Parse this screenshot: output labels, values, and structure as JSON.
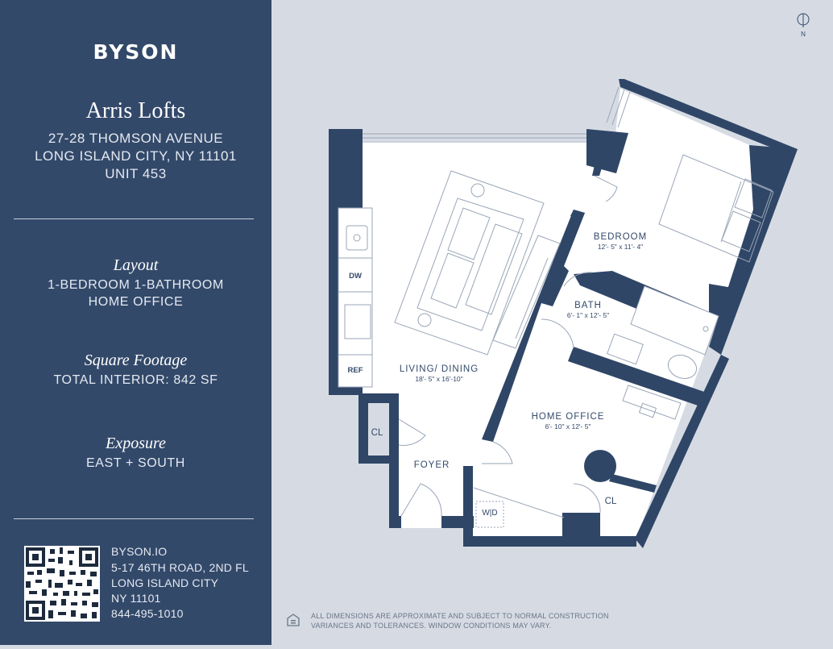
{
  "sidebar": {
    "brand": "BYSON",
    "property_name": "Arris Lofts",
    "address_line1": "27-28 THOMSON AVENUE",
    "address_line2": "LONG ISLAND CITY, NY 11101",
    "unit": "UNIT 453",
    "layout_heading": "Layout",
    "layout_line1": "1-BEDROOM  1-BATHROOM",
    "layout_line2": "HOME OFFICE",
    "footage_heading": "Square Footage",
    "footage_value": "TOTAL INTERIOR: 842 SF",
    "exposure_heading": "Exposure",
    "exposure_value": "EAST + SOUTH",
    "contact": {
      "website": "BYSON.IO",
      "street": "5-17 46TH ROAD, 2ND FL",
      "city": "LONG ISLAND CITY",
      "state_zip": "NY 11101",
      "phone": "844-495-1010"
    }
  },
  "plan": {
    "compass": "N",
    "rooms": {
      "bedroom": {
        "name": "BEDROOM",
        "dims": "12'- 5\" x 11'- 4\""
      },
      "bath": {
        "name": "BATH",
        "dims": "6'- 1\" x 12'- 5\""
      },
      "living": {
        "name": "LIVING/ DINING",
        "dims": "18'- 5\" x 16'-10\""
      },
      "office": {
        "name": "HOME OFFICE",
        "dims": "6'- 10\" x 12'- 5\""
      },
      "foyer": {
        "name": "FOYER"
      },
      "closet1": {
        "name": "CL"
      },
      "closet2": {
        "name": "CL"
      },
      "wd": {
        "name": "W|D"
      },
      "dw": {
        "name": "DW"
      },
      "ref": {
        "name": "REF"
      }
    },
    "colors": {
      "wall": "#2f4667",
      "floor": "#ffffff",
      "fixture": "#9aa6b7"
    }
  },
  "disclaimer": {
    "line1": "ALL DIMENSIONS ARE APPROXIMATE AND SUBJECT TO NORMAL CONSTRUCTION",
    "line2": "VARIANCES AND TOLERANCES. WINDOW CONDITIONS MAY VARY."
  }
}
